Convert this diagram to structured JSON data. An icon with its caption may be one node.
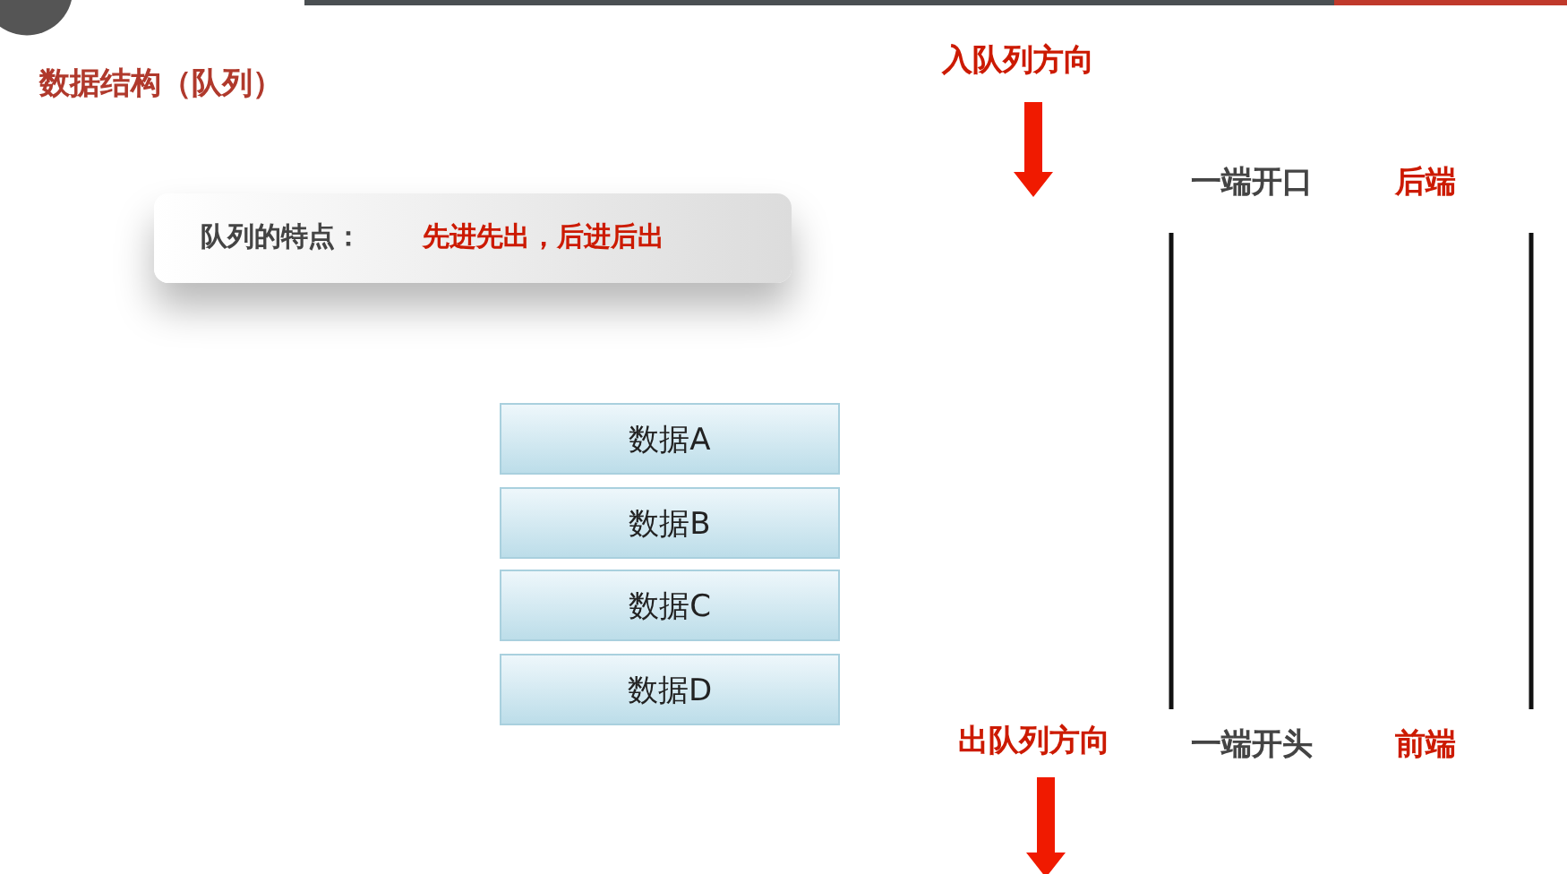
{
  "diagram": {
    "title": "数据结构（队列）",
    "nodes": [
      {
        "text": [
          "队列的特点：",
          "先进先出，后进后出"
        ]
      },
      {
        "text": [
          "数据A"
        ]
      },
      {
        "text": [
          "数据B"
        ]
      },
      {
        "text": [
          "数据C"
        ]
      },
      {
        "text": [
          "数据D"
        ]
      }
    ],
    "labels": [
      "入队列方向",
      "一端开口",
      "后端",
      "出队列方向",
      "一端开头",
      "前端"
    ]
  }
}
